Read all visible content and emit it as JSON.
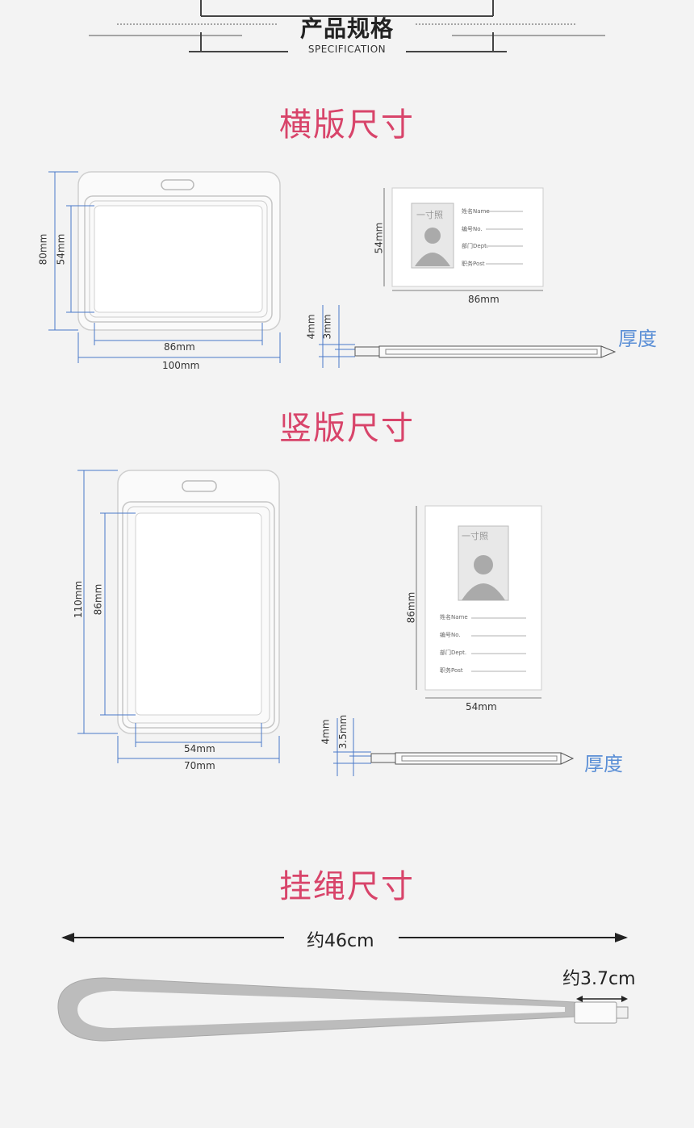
{
  "header": {
    "title": "产品规格",
    "subtitle": "SPECIFICATION"
  },
  "horizontal": {
    "title": "横版尺寸",
    "outer_height": "80mm",
    "inner_height": "54mm",
    "inner_width": "86mm",
    "outer_width": "100mm",
    "card_height": "54mm",
    "card_width": "86mm",
    "thick_outer": "4mm",
    "thick_inner": "3mm",
    "thickness_label": "厚度"
  },
  "vertical": {
    "title": "竖版尺寸",
    "outer_height": "110mm",
    "inner_height": "86mm",
    "inner_width": "54mm",
    "outer_width": "70mm",
    "card_height": "86mm",
    "card_width": "54mm",
    "thick_outer": "4mm",
    "thick_inner": "3.5mm",
    "thickness_label": "厚度"
  },
  "lanyard": {
    "title": "挂绳尺寸",
    "length": "约46cm",
    "width": "约3.7cm"
  },
  "card_fields": {
    "name": "姓名Name",
    "number": "编号No.",
    "dept": "部门Dept.",
    "post": "职务Post",
    "photo": "一寸照"
  }
}
